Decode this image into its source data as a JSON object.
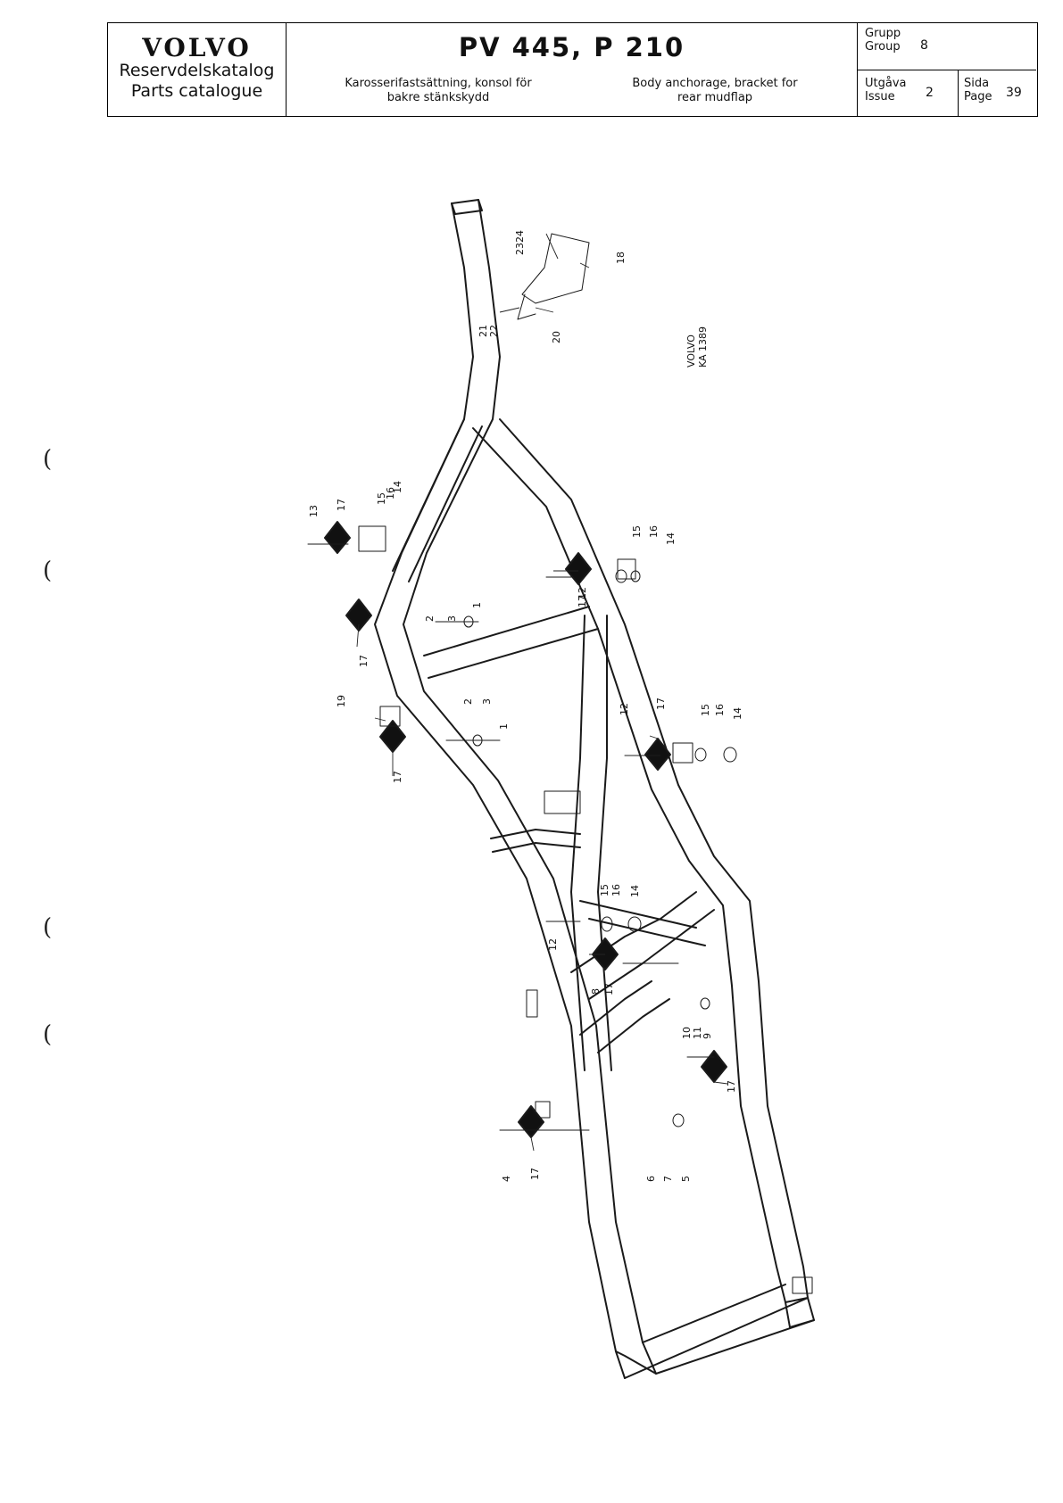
{
  "header": {
    "brand": "VOLVO",
    "catalog_sv": "Reservdelskatalog",
    "catalog_en": "Parts catalogue",
    "model": "PV 445, P 210",
    "title_sv_line1": "Karosserifastsättning, konsol för",
    "title_sv_line2": "bakre stänkskydd",
    "title_en_line1": "Body anchorage, bracket for",
    "title_en_line2": "rear mudflap",
    "group_label_sv": "Grupp",
    "group_label_en": "Group",
    "group_value": "8",
    "issue_label_sv": "Utgåva",
    "issue_label_en": "Issue",
    "issue_value": "2",
    "page_label_sv": "Sida",
    "page_label_en": "Page",
    "page_value": "39"
  },
  "drawing": {
    "reference_line1": "VOLVO",
    "reference_line2": "KA 1389",
    "callouts": [
      "1",
      "2",
      "3",
      "4",
      "5",
      "6",
      "7",
      "8",
      "9",
      "10",
      "11",
      "12",
      "13",
      "14",
      "15",
      "16",
      "17",
      "18",
      "19",
      "20",
      "21",
      "22",
      "23",
      "24"
    ]
  },
  "margin_marks": [
    "(",
    "(",
    "(",
    "("
  ]
}
